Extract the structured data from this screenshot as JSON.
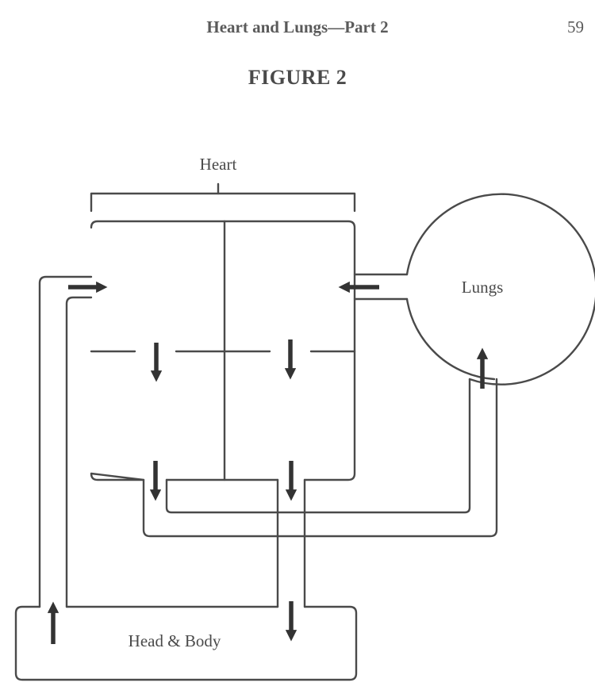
{
  "header": {
    "running_head": "Heart and Lungs—Part 2",
    "page_number": "59"
  },
  "figure": {
    "title": "FIGURE 2",
    "labels": {
      "heart": "Heart",
      "lungs": "Lungs",
      "head_body": "Head & Body"
    }
  },
  "colors": {
    "line": "#4a4a4a",
    "arrow": "#333333"
  }
}
